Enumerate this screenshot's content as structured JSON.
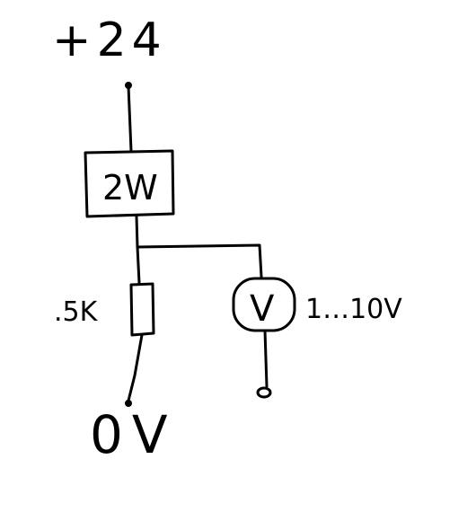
{
  "supply_label": "+24",
  "ground_label": "0V",
  "regulator_label": "2W",
  "resistor_label": ".5K",
  "meter_symbol": "V",
  "meter_range_label": "1…10V",
  "colors": {
    "ink": "#000000",
    "background": "#ffffff"
  }
}
